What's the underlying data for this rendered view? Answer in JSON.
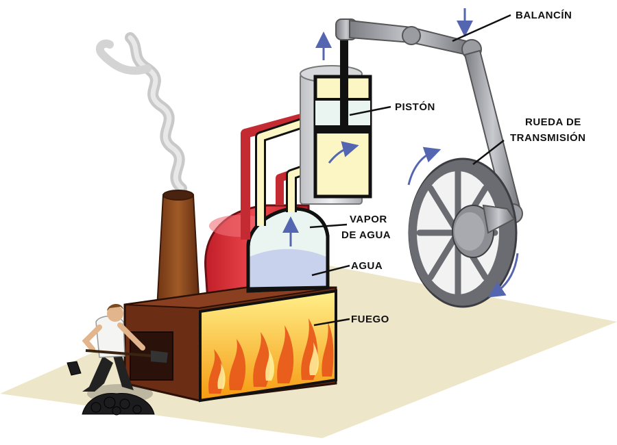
{
  "labels": {
    "balancin": "BALANCÍN",
    "piston": "PISTÓN",
    "rueda_line1": "RUEDA DE",
    "rueda_line2": "TRANSMISIÓN",
    "vapor_line1": "VAPOR",
    "vapor_line2": "DE AGUA",
    "agua": "AGUA",
    "fuego": "FUEGO"
  },
  "colors": {
    "ground": "#eee6c8",
    "brick": "#6b2d14",
    "chimney": "#8a4a1e",
    "boiler_red": "#e0303a",
    "pipe_fill": "#fbf6c4",
    "water": "#c9d2ec",
    "steam": "#eaf4f0",
    "fire": "#f7b21f",
    "metal": "#9a9ca2",
    "arrow": "#5566b0"
  },
  "icons": [
    "smoke-icon",
    "flow-arrow-icon",
    "rotation-arrow-icon",
    "worker-figure",
    "coal-pile"
  ]
}
